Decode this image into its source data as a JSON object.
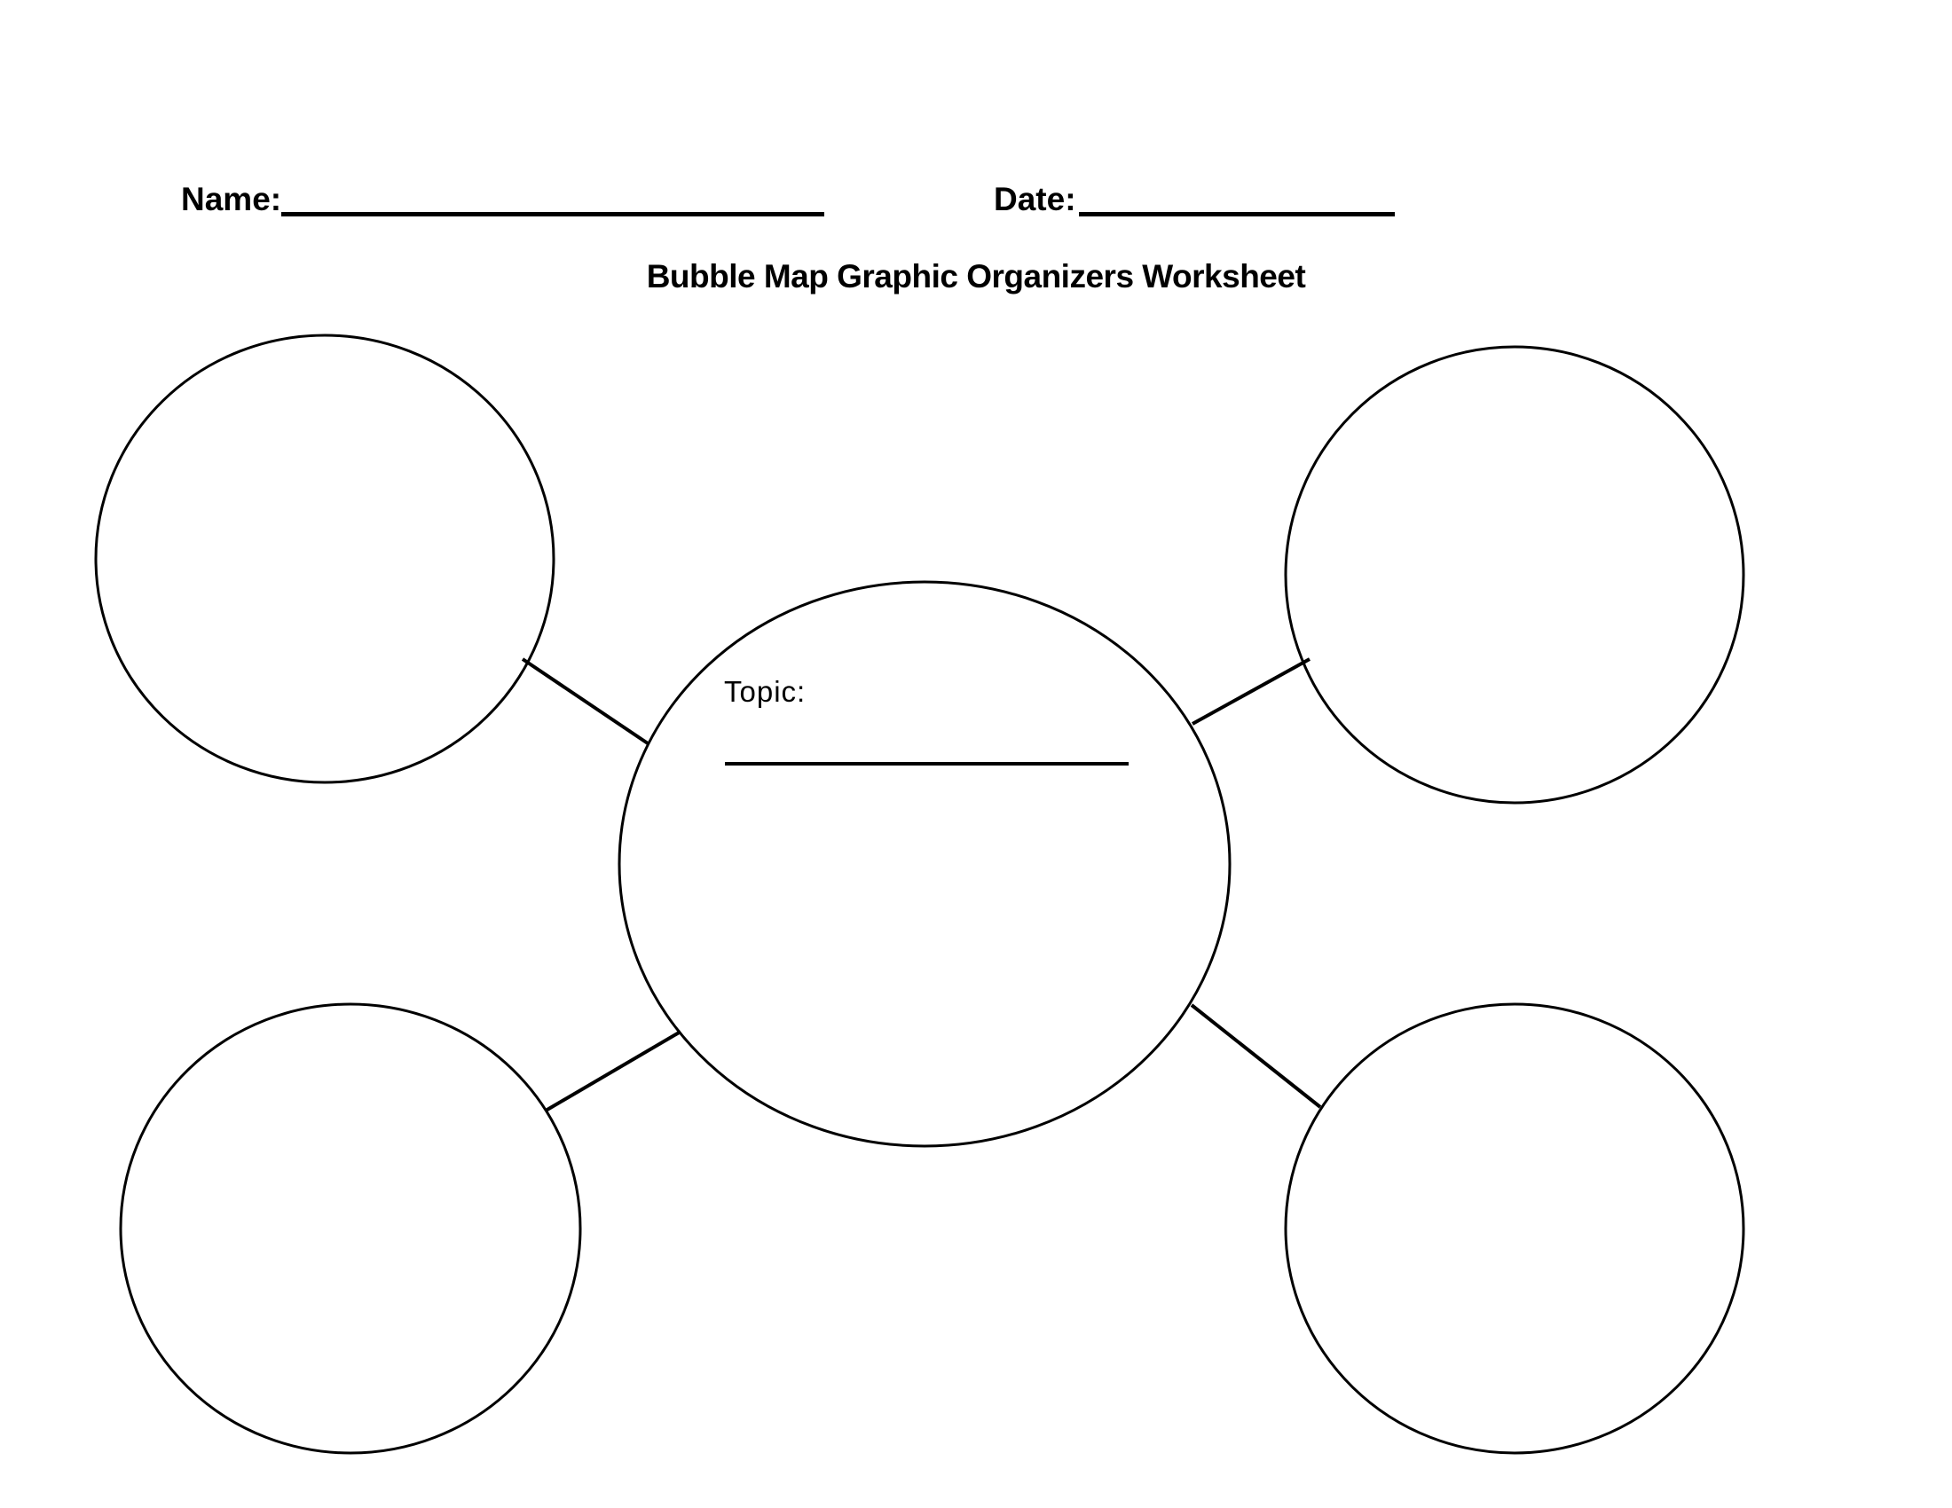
{
  "colors": {
    "ink": "#000000",
    "background": "#ffffff"
  },
  "header": {
    "name_label": "Name:",
    "name_value": "",
    "date_label": "Date:",
    "date_value": ""
  },
  "title": "Bubble Map Graphic Organizers Worksheet",
  "diagram": {
    "type": "bubble-map",
    "center_bubble": {
      "label": "Topic:",
      "topic_value": ""
    },
    "outer_bubbles": [
      {
        "id": "top-left",
        "label": ""
      },
      {
        "id": "top-right",
        "label": ""
      },
      {
        "id": "bottom-left",
        "label": ""
      },
      {
        "id": "bottom-right",
        "label": ""
      }
    ],
    "connector_count": 4
  }
}
